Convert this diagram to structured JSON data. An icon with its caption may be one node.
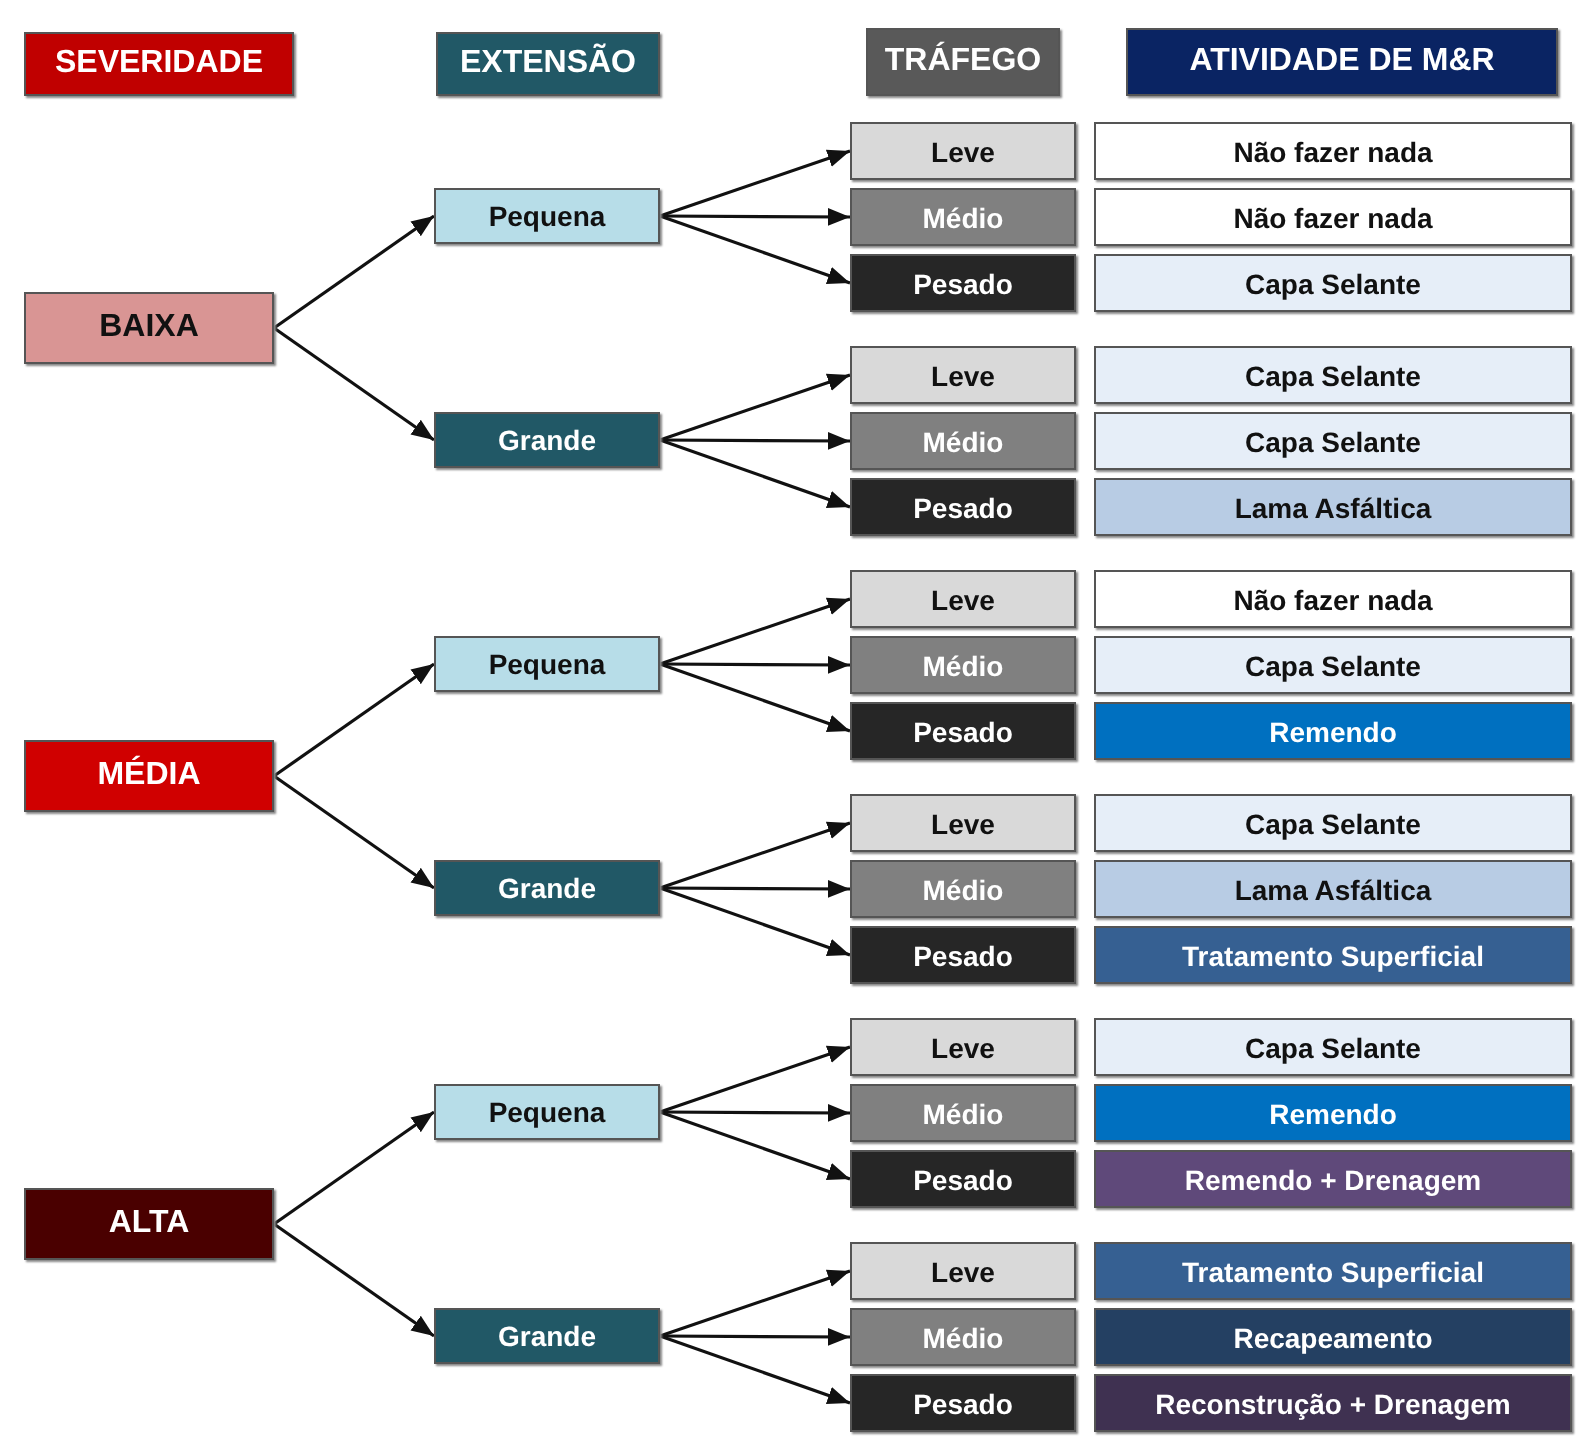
{
  "diagram": {
    "nodes": [
      {
        "text": [
          "SEVERIDADE"
        ]
      },
      {
        "text": [
          "EXTENSÃO"
        ]
      },
      {
        "text": [
          "TRÁFEGO"
        ]
      },
      {
        "text": [
          "ATIVIDADE DE M&R"
        ]
      },
      {
        "text": [
          "BAIXA"
        ]
      },
      {
        "text": [
          "MÉDIA"
        ]
      },
      {
        "text": [
          "ALTA"
        ]
      },
      {
        "text": [
          "Pequena"
        ]
      },
      {
        "text": [
          "Grande"
        ]
      },
      {
        "text": [
          "Pequena"
        ]
      },
      {
        "text": [
          "Grande"
        ]
      },
      {
        "text": [
          "Pequena"
        ]
      },
      {
        "text": [
          "Grande"
        ]
      },
      {
        "text": [
          "Leve"
        ]
      },
      {
        "text": [
          "Médio"
        ]
      },
      {
        "text": [
          "Pesado"
        ]
      },
      {
        "text": [
          "Leve"
        ]
      },
      {
        "text": [
          "Médio"
        ]
      },
      {
        "text": [
          "Pesado"
        ]
      },
      {
        "text": [
          "Leve"
        ]
      },
      {
        "text": [
          "Médio"
        ]
      },
      {
        "text": [
          "Pesado"
        ]
      },
      {
        "text": [
          "Leve"
        ]
      },
      {
        "text": [
          "Médio"
        ]
      },
      {
        "text": [
          "Pesado"
        ]
      },
      {
        "text": [
          "Leve"
        ]
      },
      {
        "text": [
          "Médio"
        ]
      },
      {
        "text": [
          "Pesado"
        ]
      },
      {
        "text": [
          "Leve"
        ]
      },
      {
        "text": [
          "Médio"
        ]
      },
      {
        "text": [
          "Pesado"
        ]
      },
      {
        "text": [
          "Não fazer nada"
        ]
      },
      {
        "text": [
          "Não fazer nada"
        ]
      },
      {
        "text": [
          "Capa Selante"
        ]
      },
      {
        "text": [
          "Capa Selante"
        ]
      },
      {
        "text": [
          "Capa Selante"
        ]
      },
      {
        "text": [
          "Lama Asfáltica"
        ]
      },
      {
        "text": [
          "Não fazer nada"
        ]
      },
      {
        "text": [
          "Capa Selante"
        ]
      },
      {
        "text": [
          "Remendo"
        ]
      },
      {
        "text": [
          "Capa Selante"
        ]
      },
      {
        "text": [
          "Lama Asfáltica"
        ]
      },
      {
        "text": [
          "Tratamento Superficial"
        ]
      },
      {
        "text": [
          "Capa Selante"
        ]
      },
      {
        "text": [
          "Remendo"
        ]
      },
      {
        "text": [
          "Remendo + Drenagem"
        ]
      },
      {
        "text": [
          "Tratamento Superficial"
        ]
      },
      {
        "text": [
          "Recapeamento"
        ]
      },
      {
        "text": [
          "Reconstrução + Drenagem"
        ]
      }
    ],
    "edges": [
      {
        "from": 4,
        "to": 7,
        "arrow": "to"
      },
      {
        "from": 4,
        "to": 8,
        "arrow": "to"
      },
      {
        "from": 5,
        "to": 9,
        "arrow": "to"
      },
      {
        "from": 5,
        "to": 10,
        "arrow": "to"
      },
      {
        "from": 6,
        "to": 11,
        "arrow": "to"
      },
      {
        "from": 6,
        "to": 12,
        "arrow": "to"
      },
      {
        "from": 7,
        "to": 13,
        "arrow": "to"
      },
      {
        "from": 7,
        "to": 14,
        "arrow": "to"
      },
      {
        "from": 7,
        "to": 15,
        "arrow": "to"
      },
      {
        "from": 8,
        "to": 16,
        "arrow": "to"
      },
      {
        "from": 8,
        "to": 17,
        "arrow": "to"
      },
      {
        "from": 8,
        "to": 18,
        "arrow": "to"
      },
      {
        "from": 9,
        "to": 19,
        "arrow": "to"
      },
      {
        "from": 9,
        "to": 20,
        "arrow": "to"
      },
      {
        "from": 9,
        "to": 21,
        "arrow": "to"
      },
      {
        "from": 10,
        "to": 22,
        "arrow": "to"
      },
      {
        "from": 10,
        "to": 23,
        "arrow": "to"
      },
      {
        "from": 10,
        "to": 24,
        "arrow": "to"
      },
      {
        "from": 11,
        "to": 25,
        "arrow": "to"
      },
      {
        "from": 11,
        "to": 26,
        "arrow": "to"
      },
      {
        "from": 11,
        "to": 27,
        "arrow": "to"
      },
      {
        "from": 12,
        "to": 28,
        "arrow": "to"
      },
      {
        "from": 12,
        "to": 29,
        "arrow": "to"
      },
      {
        "from": 12,
        "to": 30,
        "arrow": "to"
      }
    ]
  }
}
